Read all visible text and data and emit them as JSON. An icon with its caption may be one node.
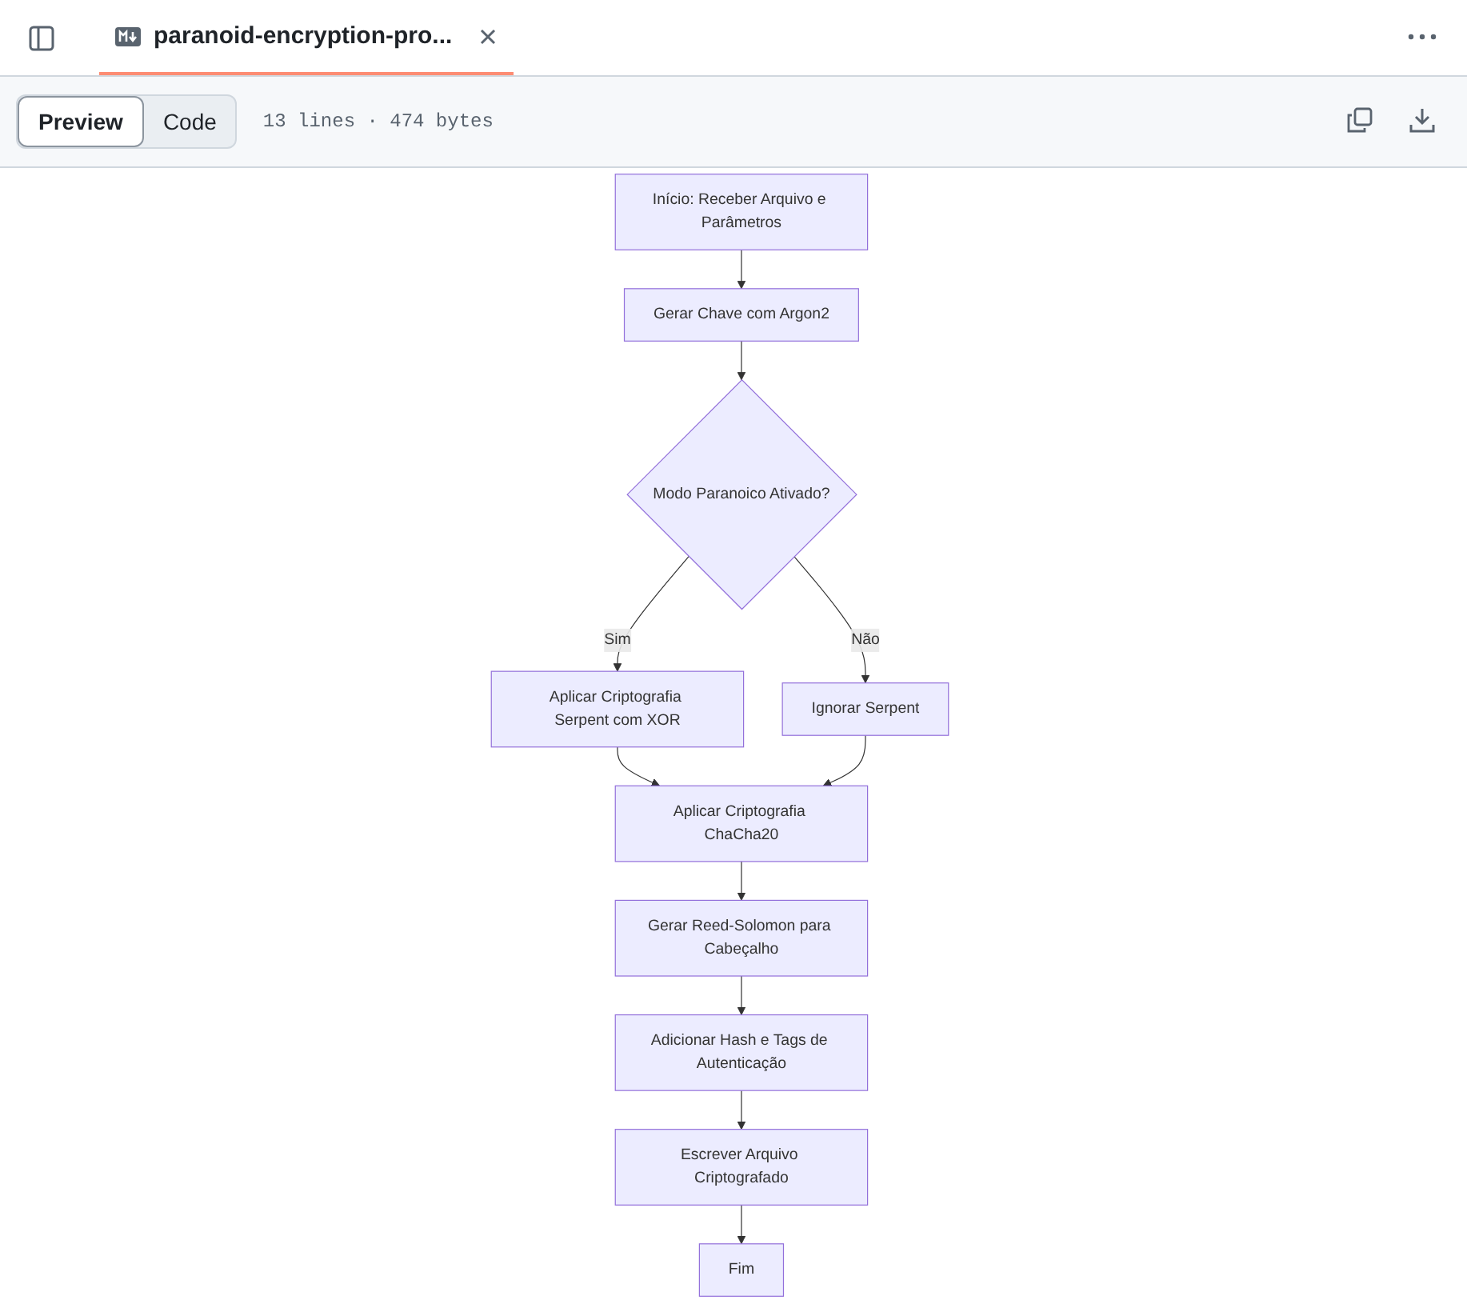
{
  "diagram": {
    "nodes": [
      {
        "text": [
          "Início: Receber Arquivo e Parâmetros"
        ]
      },
      {
        "text": [
          "Gerar Chave com Argon2"
        ]
      },
      {
        "text": [
          "Modo Paranoico Ativado?"
        ]
      },
      {
        "text": [
          "Aplicar Criptografia Serpent com XOR"
        ]
      },
      {
        "text": [
          "Ignorar Serpent"
        ]
      },
      {
        "text": [
          "Aplicar Criptografia ChaCha20"
        ]
      },
      {
        "text": [
          "Gerar Reed-Solomon para Cabeçalho"
        ]
      },
      {
        "text": [
          "Adicionar Hash e Tags de Autenticação"
        ]
      },
      {
        "text": [
          "Escrever Arquivo Criptografado"
        ]
      },
      {
        "text": [
          "Fim"
        ]
      }
    ],
    "edges": [
      {
        "from": 0,
        "to": 1,
        "arrow": "to"
      },
      {
        "from": 1,
        "to": 2,
        "arrow": "to"
      },
      {
        "from": 2,
        "to": 3,
        "arrow": "to",
        "label": "Sim"
      },
      {
        "from": 2,
        "to": 4,
        "arrow": "to",
        "label": "Não"
      },
      {
        "from": 3,
        "to": 5,
        "arrow": "to"
      },
      {
        "from": 4,
        "to": 5,
        "arrow": "to"
      },
      {
        "from": 5,
        "to": 6,
        "arrow": "to"
      },
      {
        "from": 6,
        "to": 7,
        "arrow": "to"
      },
      {
        "from": 7,
        "to": 8,
        "arrow": "to"
      },
      {
        "from": 8,
        "to": 9,
        "arrow": "to"
      }
    ],
    "labels": [
      "paranoid-encryption-pro...",
      "Preview",
      "Code",
      "13 lines · 474 bytes"
    ]
  }
}
